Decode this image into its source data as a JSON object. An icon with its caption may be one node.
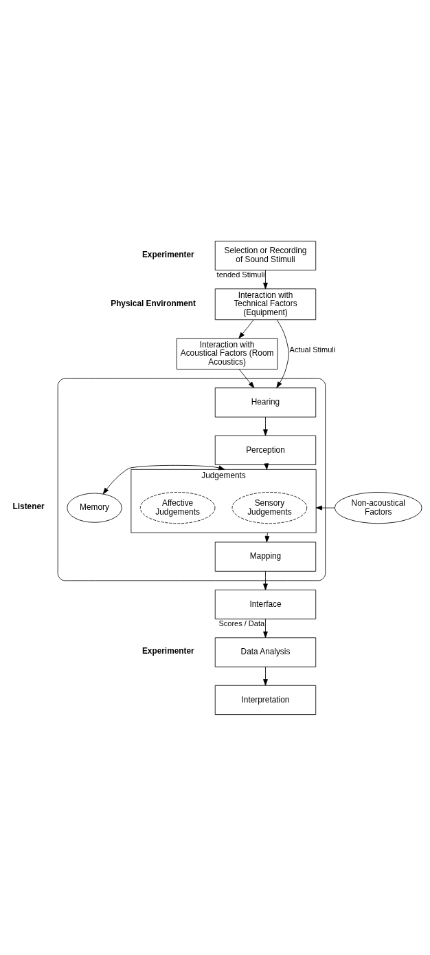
{
  "diagram": {
    "nodes": [
      {
        "text": [
          "Selection or Recording of Sound Stimuli"
        ]
      },
      {
        "text": [
          "Interaction with Technical Factors (Equipment)"
        ]
      },
      {
        "text": [
          "Interaction with Acoustical Factors (Room Acoustics)"
        ]
      },
      {
        "text": [],
        "shape": "box"
      },
      {
        "text": [
          "Hearing"
        ],
        "in": 3
      },
      {
        "text": [
          "Perception"
        ],
        "in": 3
      },
      {
        "text": [
          "Judgements"
        ],
        "in": 3
      },
      {
        "text": [
          "Sensory Judgements"
        ],
        "in": 6
      },
      {
        "text": [
          "Affective Judgements"
        ],
        "in": 6
      },
      {
        "text": [
          "Non-acoustical Factors"
        ]
      },
      {
        "text": [
          "Memory"
        ],
        "in": 3
      },
      {
        "text": [
          "Mapping"
        ],
        "in": 3
      },
      {
        "text": [
          "Interface"
        ]
      },
      {
        "text": [
          "Data Analysis"
        ]
      },
      {
        "text": [
          "Interpretation"
        ]
      }
    ],
    "edges": [
      {
        "from": 0,
        "to": 1,
        "arrow": "to",
        "label": "tended Stimuli"
      },
      {
        "from": 1,
        "to": 2,
        "arrow": "to"
      },
      {
        "from": 1,
        "to": 4,
        "arrow": "to",
        "label": "Actual Stimuli"
      },
      {
        "from": 2,
        "to": 4,
        "arrow": "to"
      },
      {
        "from": 4,
        "to": 5,
        "arrow": "to"
      },
      {
        "from": 5,
        "to": 6,
        "arrow": "to"
      },
      {
        "from": 9,
        "to": 6,
        "arrow": "to"
      },
      {
        "from": 10,
        "to": 6,
        "arrow": "both"
      },
      {
        "from": 6,
        "to": 11,
        "arrow": "to"
      },
      {
        "from": 11,
        "to": 12,
        "arrow": "to"
      },
      {
        "from": 12,
        "to": 13,
        "arrow": "to",
        "label": "Scores / Data"
      },
      {
        "from": 13,
        "to": 14,
        "arrow": "to"
      }
    ],
    "labels": [
      "Experimenter",
      "Physical Environment",
      "Listener",
      "Experimenter"
    ]
  }
}
